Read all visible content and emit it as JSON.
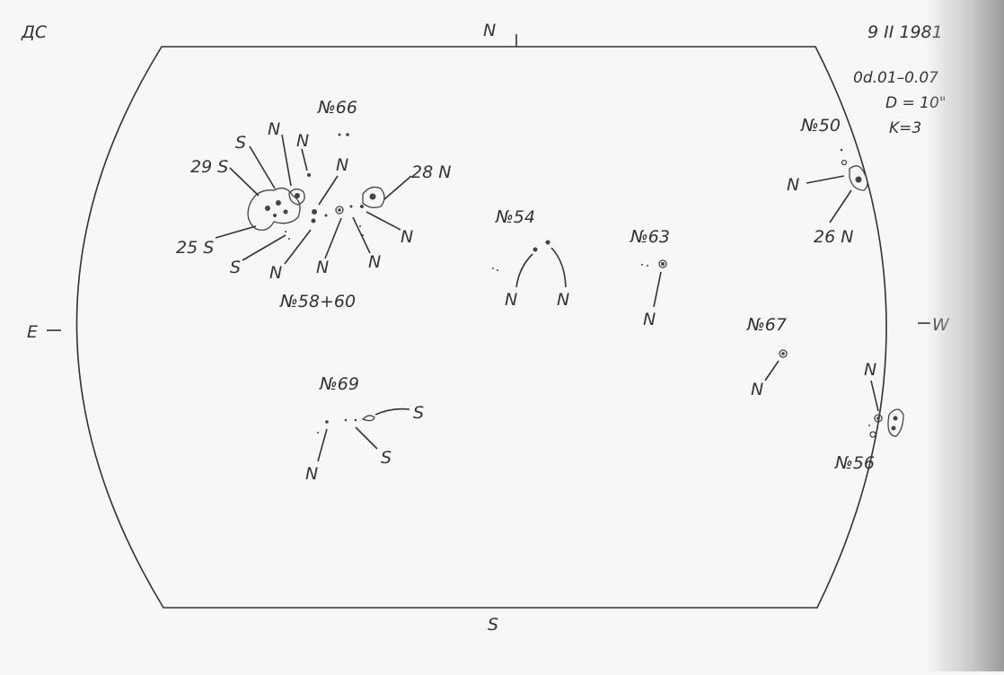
{
  "header": {
    "observer": "ДС",
    "date": "9 II 1981",
    "time": "0d.01–0.07",
    "diameter": "D = 10\"",
    "k_value": "K=3"
  },
  "compass": {
    "north": "N",
    "south": "S",
    "east": "E",
    "west": "W"
  },
  "groups": {
    "g66": "№66",
    "g58_60": "№58+60",
    "g54": "№54",
    "g63": "№63",
    "g50": "№50",
    "g67": "№67",
    "g69": "№69",
    "g56": "№56"
  },
  "polarities": {
    "g58_left_29": "29 S",
    "g58_left_25": "25 S",
    "g58_S_upper": "S",
    "g58_N_a": "N",
    "g58_N_b": "N",
    "g58_N_c": "N",
    "g58_28": "28 N",
    "g58_N_right": "N",
    "g58_S_lower": "S",
    "g58_N_d": "N",
    "g58_N_e": "N",
    "g58_N_f": "N",
    "g54_N_left": "N",
    "g54_N_right": "N",
    "g63_N": "N",
    "g50_N": "N",
    "g50_26": "26 N",
    "g67_N": "N",
    "g69_S_upper": "S",
    "g69_S_lower": "S",
    "g69_N": "N",
    "g56_N": "N"
  }
}
